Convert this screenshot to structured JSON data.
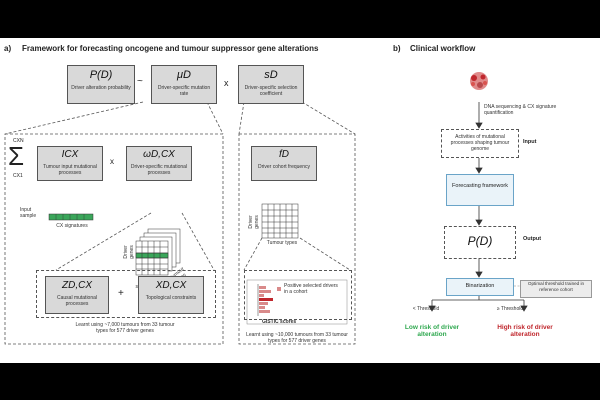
{
  "panel_a": {
    "letter": "a)",
    "title": "Framework for forecasting oncogene and tumour suppressor gene alterations",
    "top": {
      "pd": {
        "symbol": "P(D)",
        "desc": "Driver alteration probability"
      },
      "tilde": "~",
      "mu": {
        "symbol": "μD",
        "desc": "Driver-specific mutation rate"
      },
      "times": "x",
      "s": {
        "symbol": "sD",
        "desc": "Driver-specific selection coefficient"
      }
    },
    "mutation": {
      "sum_top": "CXN",
      "sum_bottom": "CX1",
      "sum_symbol": "Σ",
      "icx": {
        "symbol": "ICX",
        "desc": "Tumour input mutational processes"
      },
      "times": "x",
      "omega": {
        "symbol": "ωD,CX",
        "desc": "Driver-specific mutational processes"
      },
      "input_sample": "Input sample",
      "cx_signatures": "CX signatures",
      "driver_genes": "Driver genes",
      "cx_signatures_axis": "CX signatures",
      "tumour_types": "Tumour types",
      "z": {
        "symbol": "ZD,CX",
        "desc": "Causal mutational processes"
      },
      "plus": "+",
      "x": {
        "symbol": "XD,CX",
        "desc": "Topological constraints"
      },
      "learnt": "Learnt using ~7,000 tumours from 33 tumour types for 577 driver genes"
    },
    "selection": {
      "fd": {
        "symbol": "fD",
        "desc": "Driver cohort frequency"
      },
      "driver_genes": "Driver genes",
      "tumour_types": "Tumour types",
      "gistic_legend": "Positive selected drivers in a cohort",
      "gistic_label": "GISTIC scores",
      "learnt": "Learnt using ~10,000 tumours from 33 tumour types for 577 driver genes"
    }
  },
  "panel_b": {
    "letter": "b)",
    "title": "Clinical workflow",
    "dna_label": "DNA sequencing & CX signature quantification",
    "activities": "Activities of mutational processes shaping tumour genome",
    "input_label": "Input",
    "forecasting": "Forecasting framework",
    "pd": "P(D)",
    "output_label": "Output",
    "binarization": "Binarization",
    "threshold_note": "Optimal threshold trained in reference cohort",
    "lt_threshold": "< Threshold",
    "ge_threshold": "≥ Threshold",
    "low_risk": "Low risk of driver alteration",
    "high_risk": "High risk of driver alteration"
  },
  "colors": {
    "green_highlight": "#3aa65a",
    "low_risk": "#2fa84f",
    "high_risk": "#c0272d",
    "flow_border": "#6aa4c8",
    "tumour_red": "#d9534f"
  }
}
